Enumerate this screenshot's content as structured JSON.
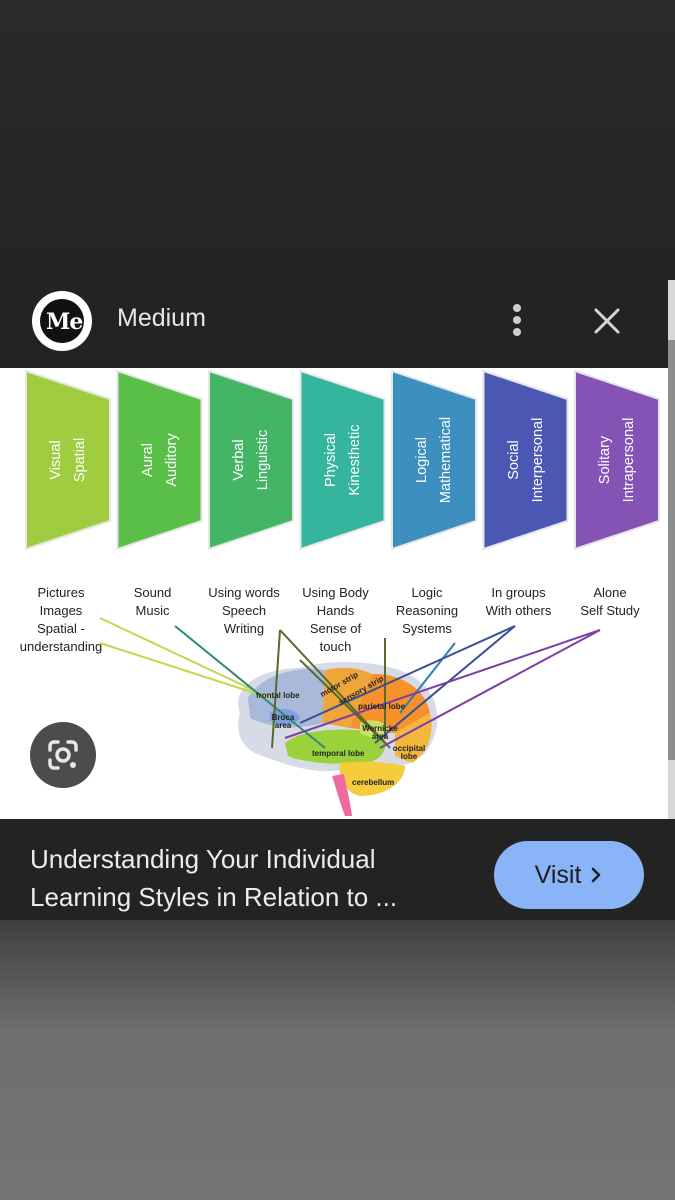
{
  "header": {
    "logo_text": "Me",
    "site_name": "Medium",
    "more_icon": "more-vert-icon",
    "close_icon": "close-icon"
  },
  "image": {
    "panels": [
      {
        "line1": "Visual",
        "line2": "Spatial",
        "color": "#9fcd3f",
        "desc": [
          "Pictures",
          "Images",
          "Spatial -",
          "understanding"
        ]
      },
      {
        "line1": "Aural",
        "line2": "Auditory",
        "color": "#5abf48",
        "desc": [
          "Sound",
          "Music"
        ]
      },
      {
        "line1": "Verbal",
        "line2": "Linguistic",
        "color": "#43b564",
        "desc": [
          "Using words",
          "Speech",
          "Writing"
        ]
      },
      {
        "line1": "Physical",
        "line2": "Kinesthetic",
        "color": "#35b59e",
        "desc": [
          "Using Body",
          "Hands",
          "Sense of",
          "touch"
        ]
      },
      {
        "line1": "Logical",
        "line2": "Mathematical",
        "color": "#3d8fbf",
        "desc": [
          "Logic",
          "Reasoning",
          "Systems"
        ]
      },
      {
        "line1": "Social",
        "line2": "Interpersonal",
        "color": "#4a58b4",
        "desc": [
          "In groups",
          "With others"
        ]
      },
      {
        "line1": "Solitary",
        "line2": "Intrapersonal",
        "color": "#8552b6",
        "desc": [
          "Alone",
          "Self Study"
        ]
      }
    ],
    "brain_labels": {
      "frontal": "frontal lobe",
      "motor": "motor strip",
      "sensory": "sensory strip",
      "parietal": "parietal lobe",
      "broca": "Broca area",
      "wernicke": "Wernicke area",
      "occipital": "occipital lobe",
      "temporal": "temporal lobe",
      "cerebellum": "cerebellum"
    }
  },
  "lens_icon": "google-lens-icon",
  "caption": {
    "line1": "Understanding Your Individual",
    "line2": "Learning Styles in Relation to ..."
  },
  "visit_button": {
    "label": "Visit",
    "icon": "chevron-right-icon",
    "color": "#8ab4f8"
  }
}
